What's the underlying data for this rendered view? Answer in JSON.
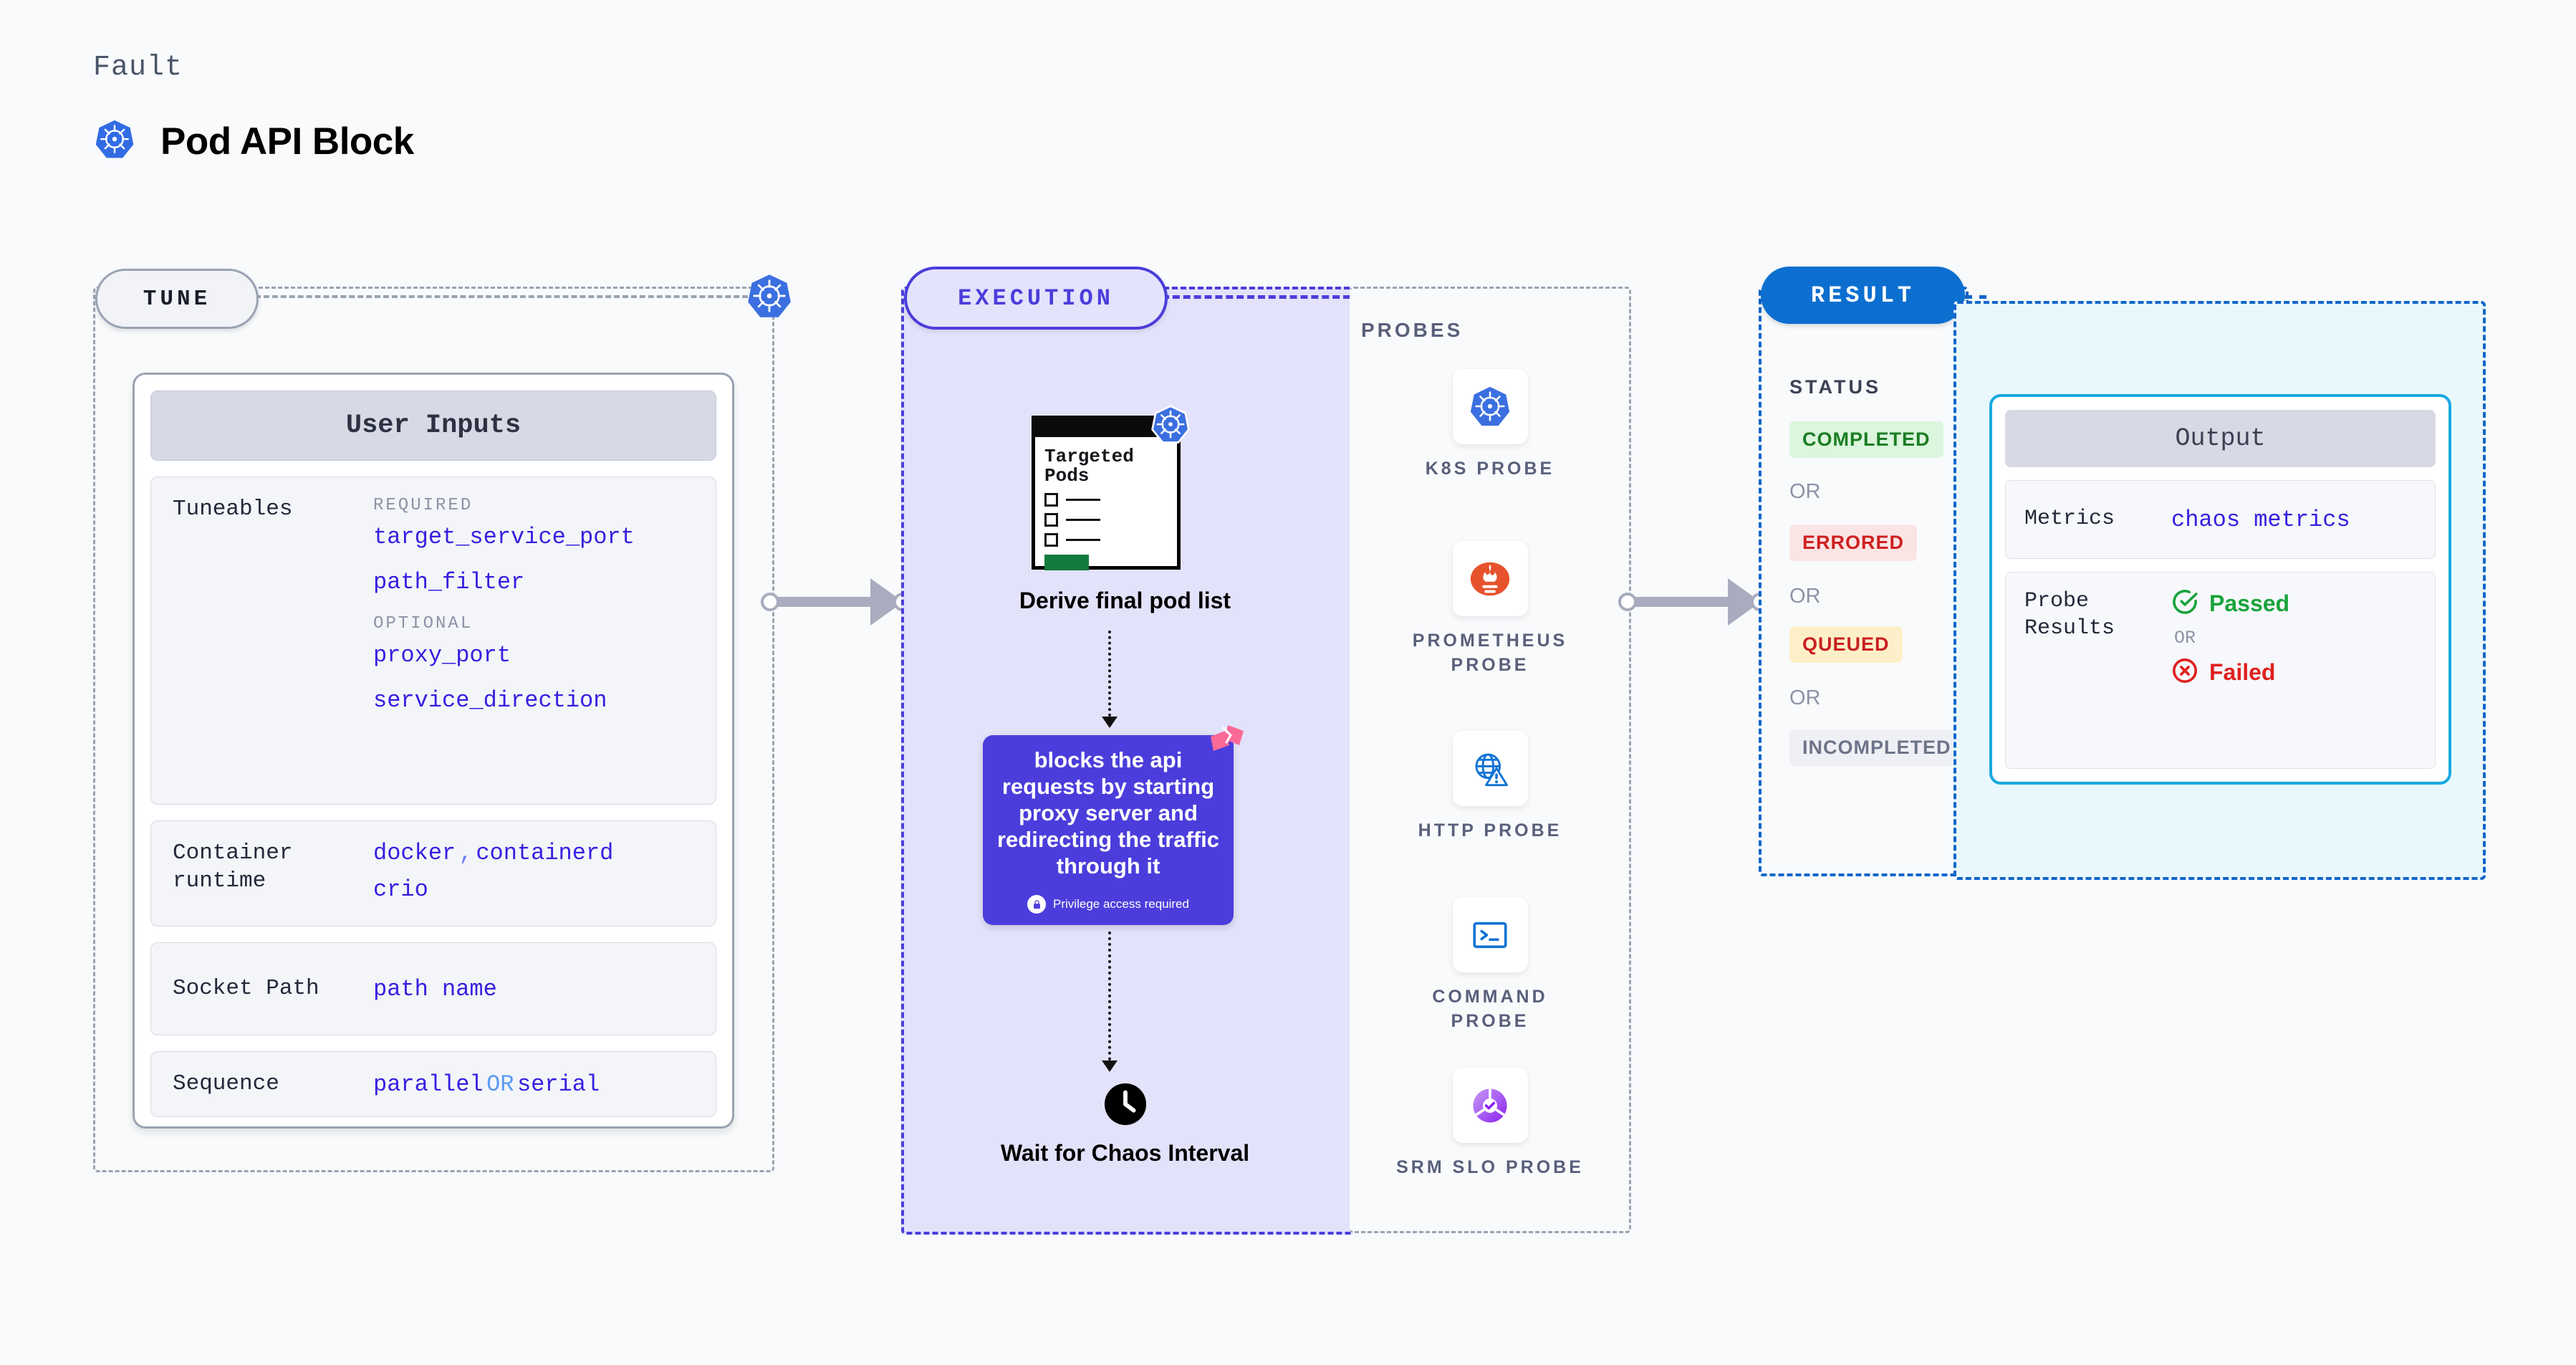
{
  "header": {
    "eyebrow": "Fault",
    "title": "Pod API Block",
    "icon": "kubernetes-icon"
  },
  "tune": {
    "pill_label": "TUNE",
    "icon": "kubernetes-icon",
    "card_title": "User Inputs",
    "rows": [
      {
        "label": "Tuneables",
        "required_tag": "REQUIRED",
        "required_items": [
          "target_service_port",
          "path_filter"
        ],
        "optional_tag": "OPTIONAL",
        "optional_items": [
          "proxy_port",
          "service_direction"
        ]
      },
      {
        "label": "Container runtime",
        "values": [
          "docker",
          "containerd",
          "crio"
        ],
        "separator": ","
      },
      {
        "label": "Socket Path",
        "values": [
          "path name"
        ]
      },
      {
        "label": "Sequence",
        "values": [
          "parallel",
          "serial"
        ],
        "separator": "OR"
      }
    ]
  },
  "execution": {
    "pill_label": "EXECUTION",
    "pods_card": {
      "title": "Targeted Pods",
      "icon": "kubernetes-icon",
      "item_count": 3
    },
    "derive_label": "Derive final pod list",
    "chaos_card": {
      "text": "blocks the api requests by starting proxy server and redirecting the traffic through it",
      "privilege_note": "Privilege access required",
      "privilege_icon": "lock-icon",
      "corner_icon": "harness-logo-icon",
      "color": "#4b3ddb"
    },
    "wait_label": "Wait for Chaos Interval",
    "wait_icon": "clock-icon"
  },
  "probes": {
    "title": "PROBES",
    "items": [
      {
        "name": "K8S PROBE",
        "icon": "kubernetes-icon"
      },
      {
        "name": "PROMETHEUS PROBE",
        "icon": "prometheus-icon"
      },
      {
        "name": "HTTP PROBE",
        "icon": "http-globe-warning-icon"
      },
      {
        "name": "COMMAND PROBE",
        "icon": "terminal-icon"
      },
      {
        "name": "SRM SLO PROBE",
        "icon": "srm-slo-icon"
      }
    ]
  },
  "result": {
    "pill_label": "RESULT",
    "status_title": "STATUS",
    "or_label": "OR",
    "statuses": [
      {
        "label": "COMPLETED",
        "bg": "#dcf5dd",
        "fg": "#1a7d23"
      },
      {
        "label": "ERRORED",
        "bg": "#fbe4e4",
        "fg": "#cf2020"
      },
      {
        "label": "QUEUED",
        "bg": "#fdf0c9",
        "fg": "#c92020"
      },
      {
        "label": "INCOMPLETED",
        "bg": "#eef0f5",
        "fg": "#6d7489"
      }
    ]
  },
  "output": {
    "card_title": "Output",
    "metrics_label": "Metrics",
    "metrics_value": "chaos metrics",
    "probe_results_label": "Probe Results",
    "passed_label": "Passed",
    "failed_label": "Failed",
    "or_label": "OR",
    "passed_icon": "check-circle-icon",
    "failed_icon": "x-circle-icon"
  }
}
